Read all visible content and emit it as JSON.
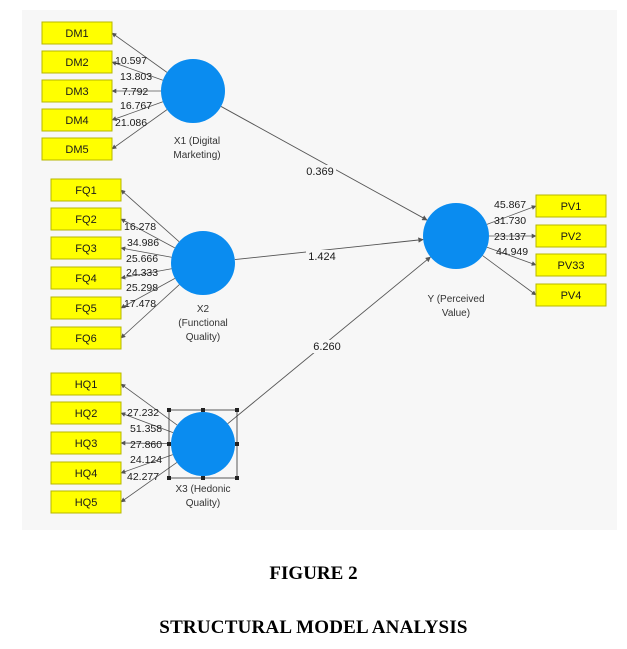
{
  "diagram": {
    "colors": {
      "indicator_fill": "#ffff00",
      "indicator_stroke": "#b7b700",
      "latent_fill": "#0a8cf0",
      "edge": "#555555",
      "background": "#f7f7f7"
    },
    "latents": [
      {
        "id": "X1",
        "label_lines": [
          "X1 (Digital",
          "Marketing)"
        ]
      },
      {
        "id": "X2",
        "label_lines": [
          "X2",
          "(Functional",
          "Quality)"
        ]
      },
      {
        "id": "X3",
        "label_lines": [
          "X3 (Hedonic",
          "Quality)"
        ],
        "selected": true
      },
      {
        "id": "Y",
        "label_lines": [
          "Y (Perceived",
          "Value)"
        ]
      }
    ],
    "indicators": [
      {
        "id": "DM1",
        "latent": "X1",
        "loading": ""
      },
      {
        "id": "DM2",
        "latent": "X1",
        "loading": "10.597"
      },
      {
        "id": "DM3",
        "latent": "X1",
        "loading": "13.803"
      },
      {
        "id": "DM4",
        "latent": "X1",
        "loading": "7.792"
      },
      {
        "id": "DM5",
        "latent": "X1",
        "loading": "16.767"
      },
      {
        "id": "DM_extra",
        "latent": "X1",
        "loading": "21.086"
      },
      {
        "id": "FQ1",
        "latent": "X2",
        "loading": ""
      },
      {
        "id": "FQ2",
        "latent": "X2",
        "loading": "16.278"
      },
      {
        "id": "FQ3",
        "latent": "X2",
        "loading": "34.986"
      },
      {
        "id": "FQ4",
        "latent": "X2",
        "loading": "25.666"
      },
      {
        "id": "FQ5",
        "latent": "X2",
        "loading": "24.333"
      },
      {
        "id": "FQ6",
        "latent": "X2",
        "loading": "25.298"
      },
      {
        "id": "FQ_extra",
        "latent": "X2",
        "loading": "17.478"
      },
      {
        "id": "HQ1",
        "latent": "X3",
        "loading": ""
      },
      {
        "id": "HQ2",
        "latent": "X3",
        "loading": "27.232"
      },
      {
        "id": "HQ3",
        "latent": "X3",
        "loading": "51.358"
      },
      {
        "id": "HQ4",
        "latent": "X3",
        "loading": "27.860"
      },
      {
        "id": "HQ5",
        "latent": "X3",
        "loading": "24.124"
      },
      {
        "id": "HQ_extra",
        "latent": "X3",
        "loading": "42.277"
      },
      {
        "id": "PV1",
        "latent": "Y",
        "loading": "45.867"
      },
      {
        "id": "PV2",
        "latent": "Y",
        "loading": "31.730"
      },
      {
        "id": "PV33",
        "latent": "Y",
        "loading": "23.137"
      },
      {
        "id": "PV4",
        "latent": "Y",
        "loading": "44.949"
      }
    ],
    "paths": [
      {
        "from": "X1",
        "to": "Y",
        "value": "0.369"
      },
      {
        "from": "X2",
        "to": "Y",
        "value": "1.424"
      },
      {
        "from": "X3",
        "to": "Y",
        "value": "6.260"
      }
    ]
  },
  "caption": {
    "figure_number": "FIGURE 2",
    "title": "STRUCTURAL MODEL ANALYSIS"
  }
}
